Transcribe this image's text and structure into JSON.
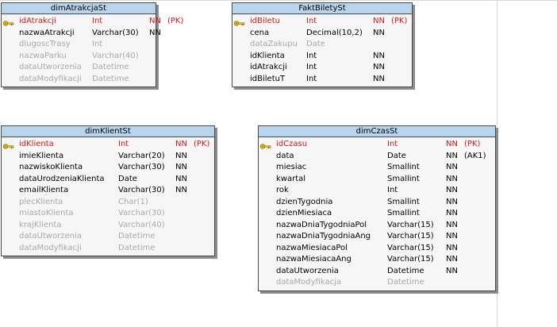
{
  "colors": {
    "header": "#b9d5ee",
    "body": "#f6f6f6",
    "pk_text": "#d21818",
    "muted_text": "#a8a8a8",
    "border": "#4a4a4a"
  },
  "entities": [
    {
      "id": "dimAtrakcjaSt",
      "title": "dimAtrakcjaSt",
      "columns": [
        {
          "name": "idAtrakcji",
          "type": "Int",
          "nn": "NN",
          "pk": "(PK)",
          "style": "pk",
          "icon": "key-icon"
        },
        {
          "name": "nazwaAtrakcji",
          "type": "Varchar(30)",
          "nn": "NN",
          "pk": "",
          "style": "normal"
        },
        {
          "name": "dlugoscTrasy",
          "type": "Int",
          "nn": "",
          "pk": "",
          "style": "muted"
        },
        {
          "name": "nazwaParku",
          "type": "Varchar(40)",
          "nn": "",
          "pk": "",
          "style": "muted"
        },
        {
          "name": "dataUtworzenia",
          "type": "Datetime",
          "nn": "",
          "pk": "",
          "style": "muted"
        },
        {
          "name": "dataModyfikacji",
          "type": "Datetime",
          "nn": "",
          "pk": "",
          "style": "muted"
        }
      ]
    },
    {
      "id": "FaktBiletySt",
      "title": "FaktBiletySt",
      "columns": [
        {
          "name": "idBiletu",
          "type": "Int",
          "nn": "NN",
          "pk": "(PK)",
          "style": "pk",
          "icon": "key-icon"
        },
        {
          "name": "cena",
          "type": "Decimal(10,2)",
          "nn": "NN",
          "pk": "",
          "style": "normal"
        },
        {
          "name": "dataZakupu",
          "type": "Date",
          "nn": "",
          "pk": "",
          "style": "muted"
        },
        {
          "name": "idKlienta",
          "type": "Int",
          "nn": "NN",
          "pk": "",
          "style": "normal"
        },
        {
          "name": "idAtrakcji",
          "type": "Int",
          "nn": "NN",
          "pk": "",
          "style": "normal"
        },
        {
          "name": "idBiletuT",
          "type": "Int",
          "nn": "NN",
          "pk": "",
          "style": "normal"
        }
      ]
    },
    {
      "id": "dimKlientSt",
      "title": "dimKlientSt",
      "columns": [
        {
          "name": "idKlienta",
          "type": "Int",
          "nn": "NN",
          "pk": "(PK)",
          "style": "pk",
          "icon": "key-icon"
        },
        {
          "name": "imieKlienta",
          "type": "Varchar(20)",
          "nn": "NN",
          "pk": "",
          "style": "normal"
        },
        {
          "name": "nazwiskoKlienta",
          "type": "Varchar(30)",
          "nn": "NN",
          "pk": "",
          "style": "normal"
        },
        {
          "name": "dataUrodzeniaKlienta",
          "type": "Date",
          "nn": "NN",
          "pk": "",
          "style": "normal"
        },
        {
          "name": "emailKlienta",
          "type": "Varchar(30)",
          "nn": "NN",
          "pk": "",
          "style": "normal"
        },
        {
          "name": "plecKlienta",
          "type": "Char(1)",
          "nn": "",
          "pk": "",
          "style": "muted"
        },
        {
          "name": "miastoKlienta",
          "type": "Varchar(30)",
          "nn": "",
          "pk": "",
          "style": "muted"
        },
        {
          "name": "krajKlienta",
          "type": "Varchar(40)",
          "nn": "",
          "pk": "",
          "style": "muted"
        },
        {
          "name": "dataUtworzenia",
          "type": "Datetime",
          "nn": "",
          "pk": "",
          "style": "muted"
        },
        {
          "name": "dataModyfikacji",
          "type": "Datetime",
          "nn": "",
          "pk": "",
          "style": "muted"
        }
      ]
    },
    {
      "id": "dimCzasSt",
      "title": "dimCzasSt",
      "columns": [
        {
          "name": "idCzasu",
          "type": "Int",
          "nn": "NN",
          "pk": "(PK)",
          "style": "pk",
          "icon": "key-icon"
        },
        {
          "name": "data",
          "type": "Date",
          "nn": "NN",
          "pk": "(AK1)",
          "style": "normal"
        },
        {
          "name": "miesiac",
          "type": "Smallint",
          "nn": "NN",
          "pk": "",
          "style": "normal"
        },
        {
          "name": "kwartal",
          "type": "Smallint",
          "nn": "NN",
          "pk": "",
          "style": "normal"
        },
        {
          "name": "rok",
          "type": "Int",
          "nn": "NN",
          "pk": "",
          "style": "normal"
        },
        {
          "name": "dzienTygodnia",
          "type": "Smallint",
          "nn": "NN",
          "pk": "",
          "style": "normal"
        },
        {
          "name": "dzienMiesiaca",
          "type": "Smallint",
          "nn": "NN",
          "pk": "",
          "style": "normal"
        },
        {
          "name": "nazwaDniaTygodniaPol",
          "type": "Varchar(15)",
          "nn": "NN",
          "pk": "",
          "style": "normal"
        },
        {
          "name": "nazwaDniaTygodniaAng",
          "type": "Varchar(15)",
          "nn": "NN",
          "pk": "",
          "style": "normal"
        },
        {
          "name": "nazwaMiesiacaPol",
          "type": "Varchar(15)",
          "nn": "NN",
          "pk": "",
          "style": "normal"
        },
        {
          "name": "nazwaMiesiacaAng",
          "type": "Varchar(15)",
          "nn": "NN",
          "pk": "",
          "style": "normal"
        },
        {
          "name": "dataUtworzenia",
          "type": "Datetime",
          "nn": "NN",
          "pk": "",
          "style": "normal"
        },
        {
          "name": "dataModyfikacja",
          "type": "Datetime",
          "nn": "",
          "pk": "",
          "style": "muted"
        }
      ]
    }
  ]
}
